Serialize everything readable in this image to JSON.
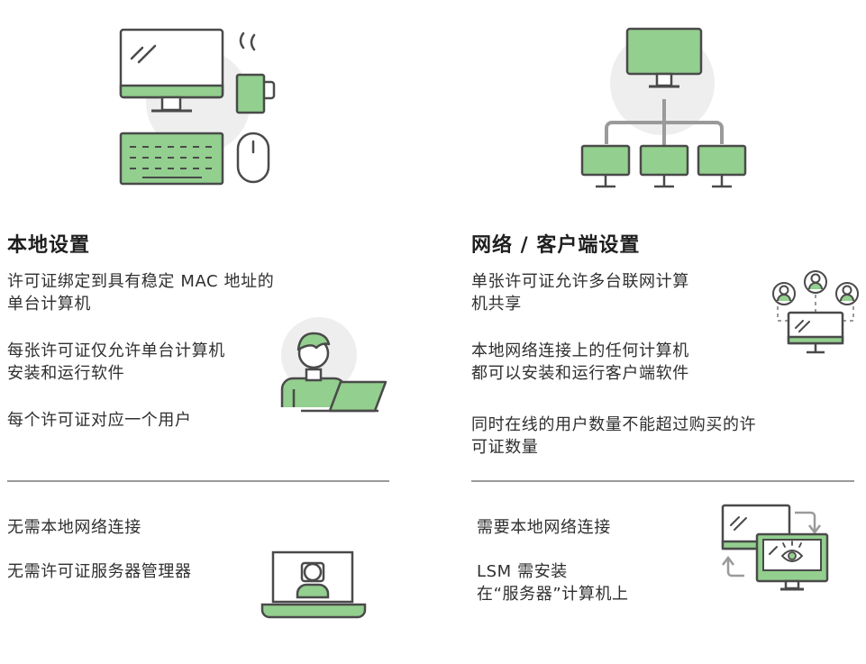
{
  "colors": {
    "accent": "#93cf8e",
    "ink": "#4a4a4a",
    "bubble": "#eeeeee",
    "divider": "#9a9a9a"
  },
  "icons": [
    "desktop-workstation-icon",
    "network-tree-icon",
    "laptop-user-icon",
    "shared-users-monitor-icon",
    "video-user-laptop-icon",
    "server-monitors-sync-icon"
  ],
  "left": {
    "title": "本地设置",
    "points": [
      [
        "许可证绑定到具有稳定 MAC 地址的",
        "单台计算机"
      ],
      [
        "每张许可证仅允许单台计算机",
        "安装和运行软件"
      ],
      [
        "每个许可证对应一个用户"
      ]
    ],
    "bottom": [
      "无需本地网络连接",
      "无需许可证服务器管理器"
    ]
  },
  "right": {
    "title": "网络 / 客户端设置",
    "points": [
      [
        "单张许可证允许多台联网计算",
        "机共享"
      ],
      [
        "本地网络连接上的任何计算机",
        "都可以安装和运行客户端软件"
      ],
      [
        "同时在线的用户数量不能超过购买的许",
        "可证数量"
      ]
    ],
    "bottom": {
      "line1": "需要本地网络连接",
      "line2": [
        "LSM 需安装",
        "在“服务器”计算机上"
      ]
    }
  }
}
